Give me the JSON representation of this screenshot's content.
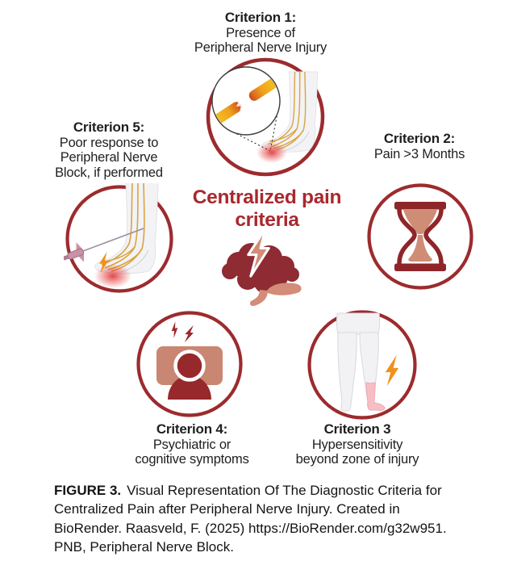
{
  "figure": {
    "center_title": {
      "line1": "Centralized pain",
      "line2": "criteria"
    },
    "criteria": {
      "c1": {
        "title": "Criterion 1:",
        "lines": [
          "Presence of",
          "Peripheral Nerve Injury"
        ]
      },
      "c2": {
        "title": "Criterion 2:",
        "lines": [
          "Pain >3 Months"
        ]
      },
      "c3": {
        "title": "Criterion 3",
        "lines": [
          "Hypersensitivity",
          "beyond zone of injury"
        ]
      },
      "c4": {
        "title": "Criterion 4:",
        "lines": [
          "Psychiatric or",
          "cognitive symptoms"
        ]
      },
      "c5": {
        "title": "Criterion 5:",
        "lines": [
          "Poor response to",
          "Peripheral Nerve",
          "Block, if performed"
        ]
      }
    },
    "caption": {
      "label": "FIGURE 3.",
      "line1": "Visual Representation Of The Diagnostic Criteria for",
      "line2": "Centralized Pain after Peripheral Nerve Injury. Created in",
      "line3": "BioRender. Raasveld, F. (2025) https://BioRender.com/g32w951.",
      "line4": "PNB, Peripheral Nerve Block."
    },
    "colors": {
      "ring_red": "#9c2b2e",
      "title_red": "#a9282e",
      "brain_red": "#8e2b33",
      "hourglass_red": "#8e2629",
      "salmon": "#cf8d75",
      "orange_bolt": "#f0911e",
      "nerve_gold": "#d9a441",
      "hypersensitive_pink": "#f7bfc3",
      "glow_red": "#e12828"
    }
  }
}
